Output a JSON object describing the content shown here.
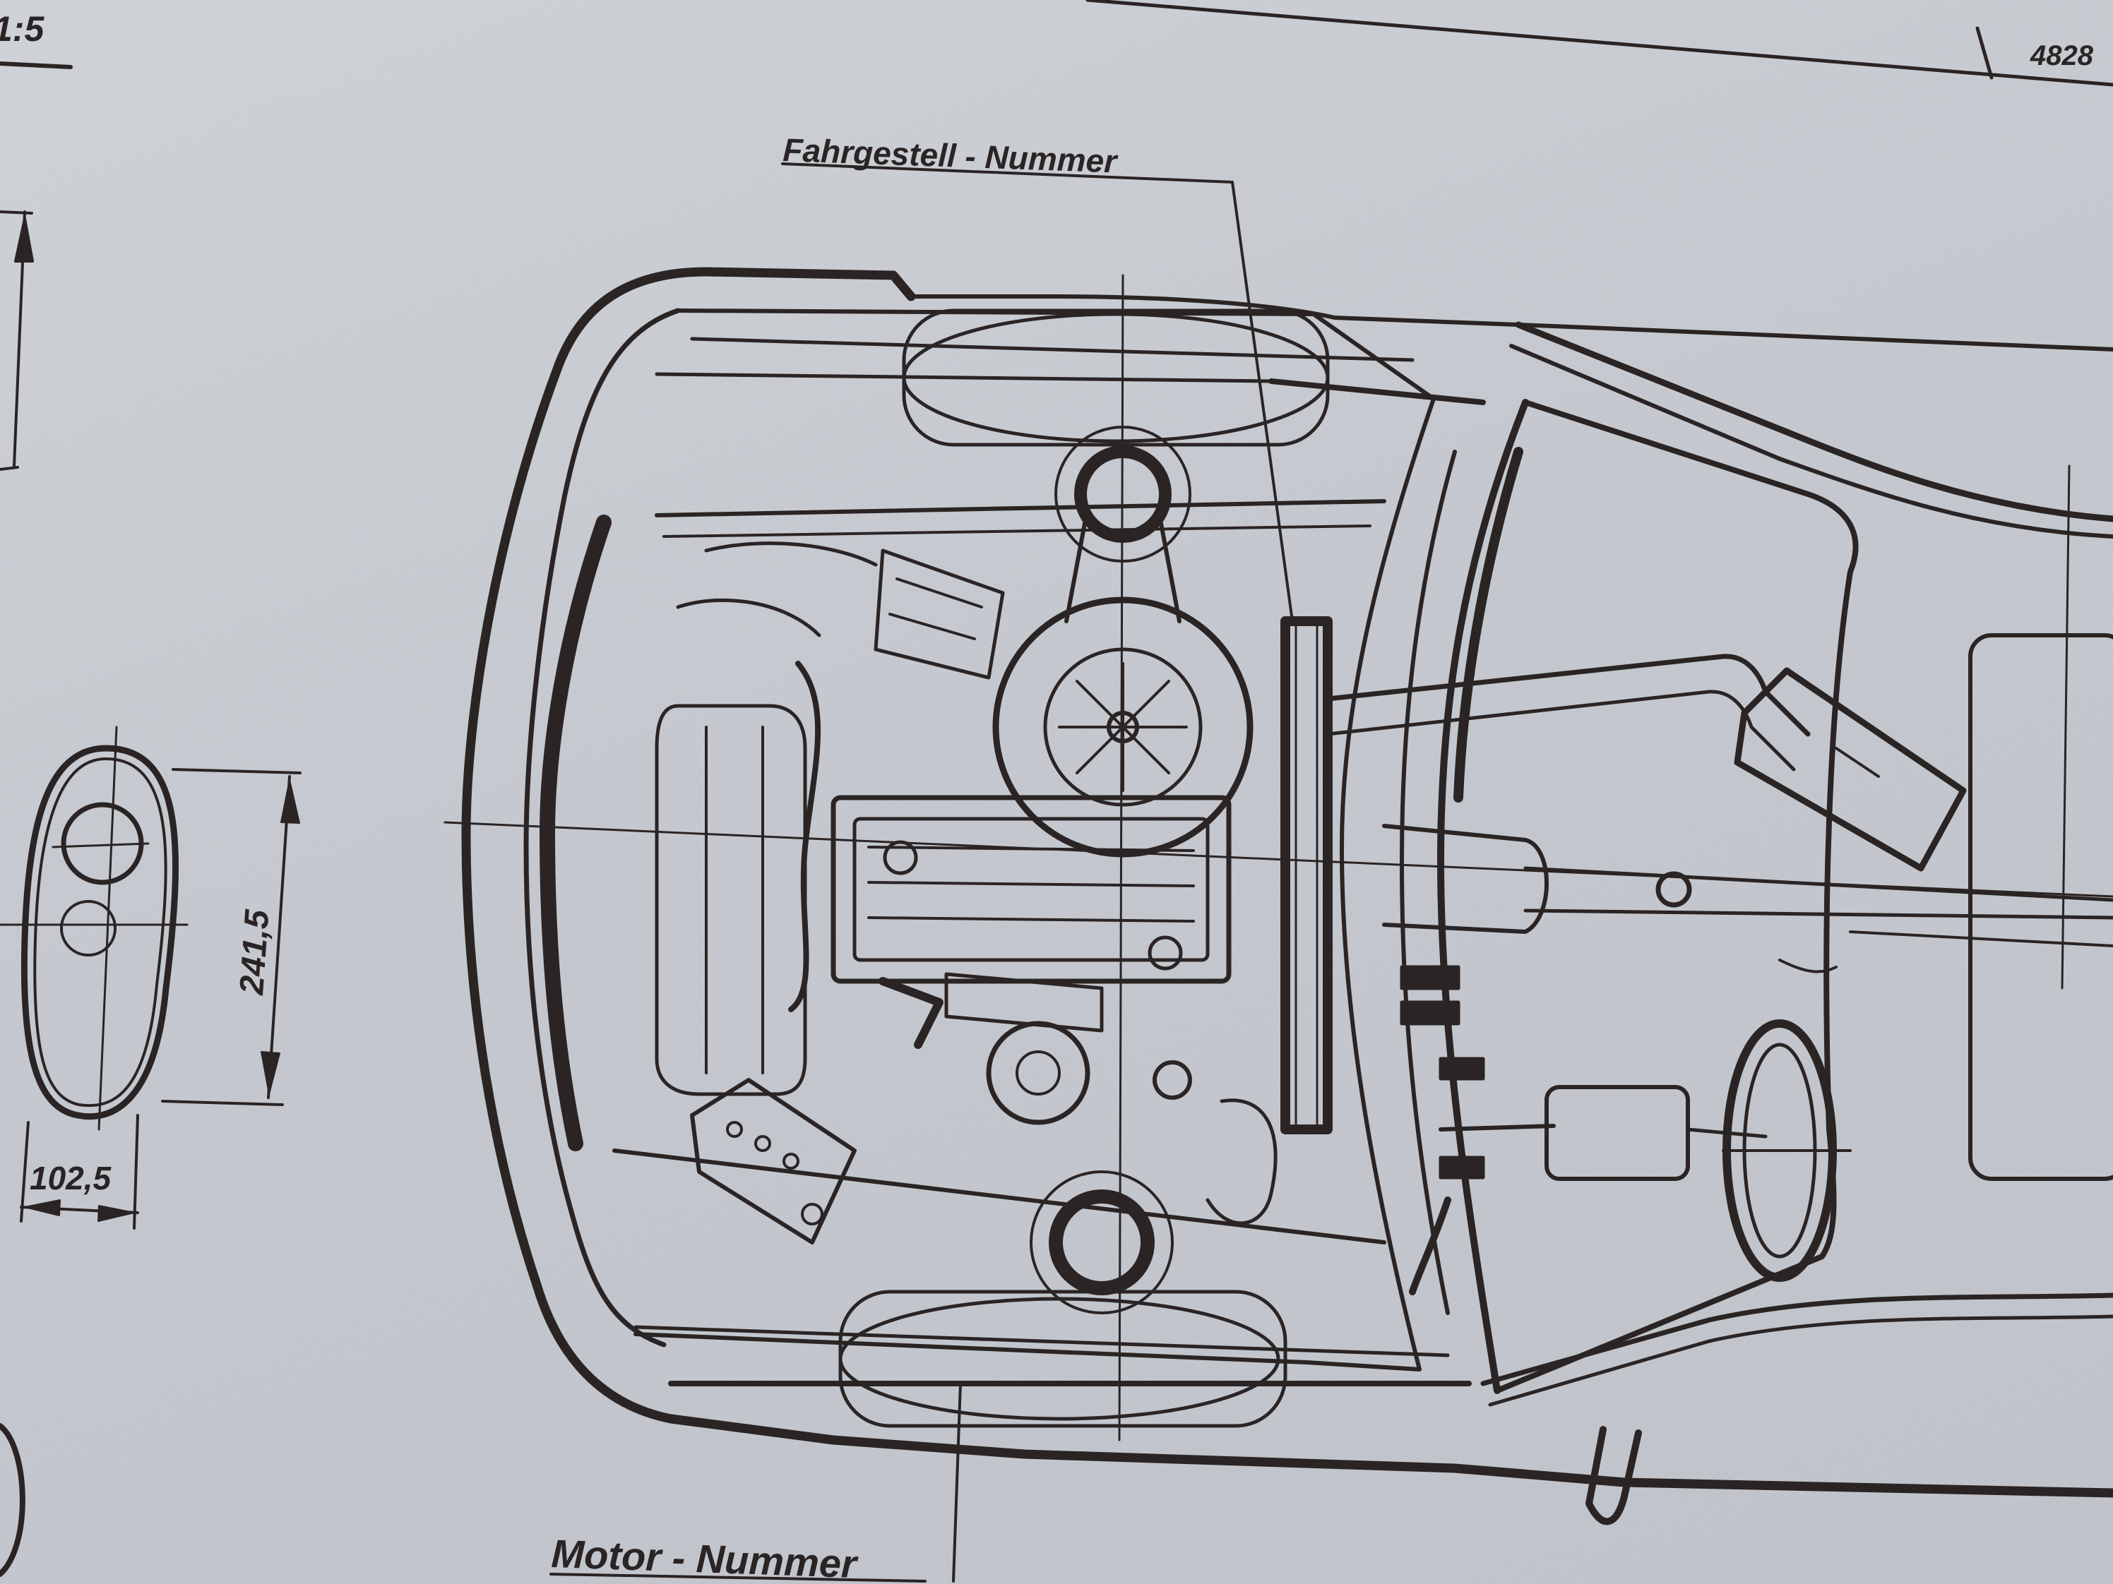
{
  "sheet": {
    "scale": "1:5",
    "sheet_number": "4828"
  },
  "labels": {
    "chassis_number": "Fahrgestell - Nummer",
    "engine_number": "Motor - Nummer"
  },
  "dimensions": {
    "lamp_height": "241,5",
    "lamp_width": "102,5"
  },
  "colors": {
    "paper": "#c9cdd3",
    "ink": "#2b2424"
  }
}
